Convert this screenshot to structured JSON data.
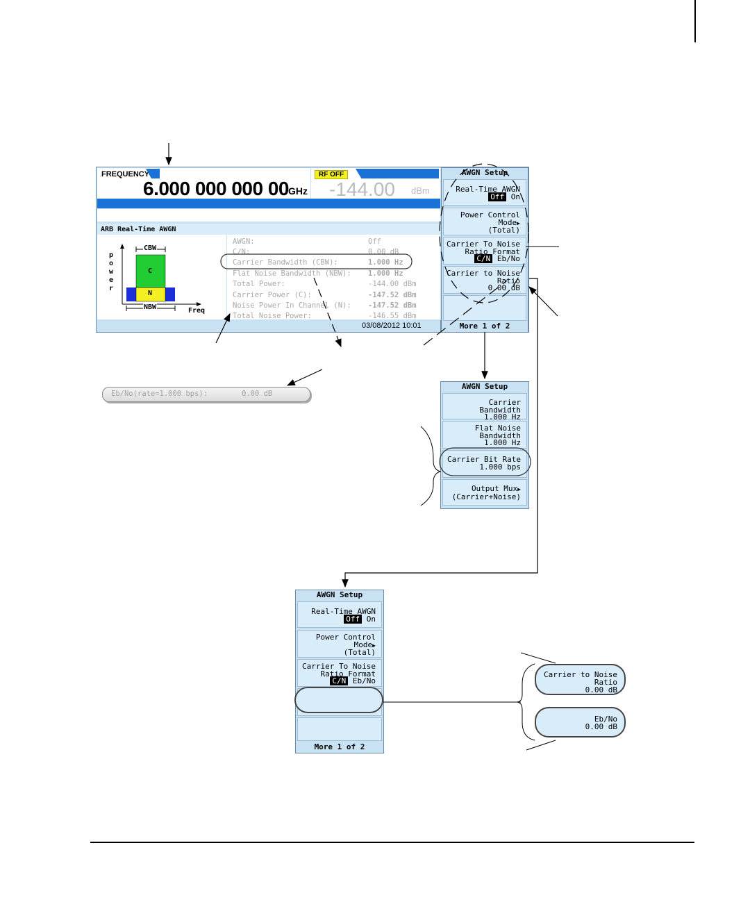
{
  "main_screen": {
    "frequency_label": "FREQUENCY",
    "frequency_value": "6.000 000 000 00",
    "frequency_unit": "GHz",
    "rf_status": "RF OFF",
    "amplitude_value": "-144.00",
    "amplitude_unit": "dBm",
    "mode_title": "ARB Real-Time AWGN",
    "diagram": {
      "y_axis_letters": [
        "p",
        "o",
        "w",
        "e",
        "r"
      ],
      "cbw_label": "CBW",
      "nbw_label": "NBW",
      "carrier_block": "C",
      "noise_block": "N",
      "x_axis_label": "Freq"
    },
    "parameters": [
      {
        "label": "AWGN:",
        "value": "Off"
      },
      {
        "label": "C/N:",
        "value": "0.00 dB"
      },
      {
        "label": "Carrier Bandwidth (CBW):",
        "value": "1.000 Hz"
      },
      {
        "label": "Flat Noise Bandwidth (NBW):",
        "value": "1.000 Hz"
      },
      {
        "label": "Total Power:",
        "value": "-144.00 dBm"
      },
      {
        "label": "Carrier Power (C):",
        "value": "-147.52 dBm"
      },
      {
        "label": "Noise Power In Channel (N):",
        "value": "-147.52 dBm"
      },
      {
        "label": "Total Noise Power:",
        "value": "-146.55 dBm"
      }
    ],
    "timestamp": "03/08/2012 10:01"
  },
  "softkeys_page1": {
    "title": "AWGN Setup",
    "keys": [
      {
        "line1": "Real-Time AWGN",
        "opt_selected": "Off",
        "opt_other": "On"
      },
      {
        "line1": "Power Control",
        "line2": "Mode",
        "line3": "(Total)"
      },
      {
        "line1": "Carrier To Noise",
        "line2": "Ratio Format",
        "opt_selected": "C/N",
        "opt_other": "Eb/No"
      },
      {
        "line1": "Carrier to Noise",
        "line2": "Ratio",
        "line3": "0.00 dB"
      }
    ],
    "more": "More 1 of 2"
  },
  "ebno_readout": {
    "label": "Eb/No(rate=1.000 bps):",
    "value": "0.00 dB"
  },
  "softkeys_page2": {
    "title": "AWGN Setup",
    "keys": [
      {
        "line1": "Carrier Bandwidth",
        "line2": "1.000 Hz"
      },
      {
        "line1": "Flat Noise",
        "line2": "Bandwidth",
        "line3": "1.000 Hz"
      },
      {
        "line1": "Carrier Bit Rate",
        "line2": "1.000 bps"
      },
      {
        "line1": "Output Mux",
        "line2": "(Carrier+Noise)"
      }
    ]
  },
  "softkeys_bottom": {
    "title": "AWGN Setup",
    "keys": [
      {
        "line1": "Real-Time AWGN",
        "opt_selected": "Off",
        "opt_other": "On"
      },
      {
        "line1": "Power Control",
        "line2": "Mode",
        "line3": "(Total)"
      },
      {
        "line1": "Carrier To Noise",
        "line2": "Ratio Format",
        "opt_selected": "C/N",
        "opt_other": "Eb/No"
      }
    ],
    "more": "More 1 of 2"
  },
  "callout_keys": [
    {
      "line1": "Carrier to Noise",
      "line2": "Ratio",
      "line3": "0.00 dB"
    },
    {
      "line1": "Eb/No",
      "line2": "0.00 dB"
    }
  ]
}
